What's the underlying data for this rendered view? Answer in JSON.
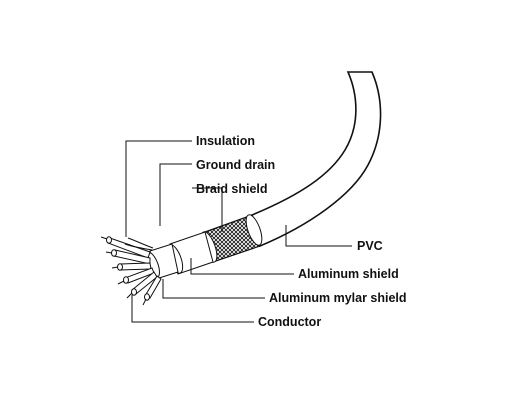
{
  "diagram": {
    "labels": {
      "insulation": "Insulation",
      "ground_drain": "Ground drain",
      "braid_shield": "Braid shield",
      "pvc": "PVC",
      "aluminum_shield": "Aluminum shield",
      "aluminum_mylar_shield": "Aluminum mylar shield",
      "conductor": "Conductor"
    },
    "colors": {
      "line": "#111111",
      "background": "#ffffff"
    }
  }
}
